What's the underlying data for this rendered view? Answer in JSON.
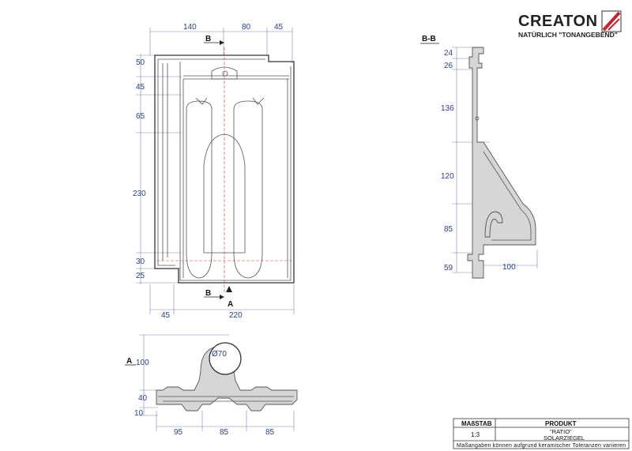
{
  "brand": {
    "name": "CREATON",
    "tagline": "NATÜRLICH \"TONANGEBEND\""
  },
  "top_view": {
    "dims_top": [
      "140",
      "80",
      "45"
    ],
    "dims_left": [
      "50",
      "45",
      "65",
      "230",
      "30",
      "25"
    ],
    "dims_bottom": [
      "45",
      "220"
    ],
    "section_marker_top": "B",
    "section_marker_bottom_b": "B",
    "section_marker_bottom_a": "A"
  },
  "section_bb": {
    "title": "B-B",
    "dims": [
      "24",
      "26",
      "136",
      "120",
      "85",
      "59",
      "100"
    ]
  },
  "section_a": {
    "label": "A",
    "diameter": "Ø70",
    "dims_left": [
      "100",
      "40",
      "10"
    ],
    "dims_bottom": [
      "95",
      "85",
      "85"
    ]
  },
  "title_block": {
    "scale_header": "MAßSTAB",
    "scale_value": "1:3",
    "product_header": "PRODUKT",
    "product_name": "\"RATIO\"",
    "product_type": "SOLARZIEGEL",
    "disclaimer": "Maßangaben können aufgrund keramischer Toleranzen variieren"
  }
}
